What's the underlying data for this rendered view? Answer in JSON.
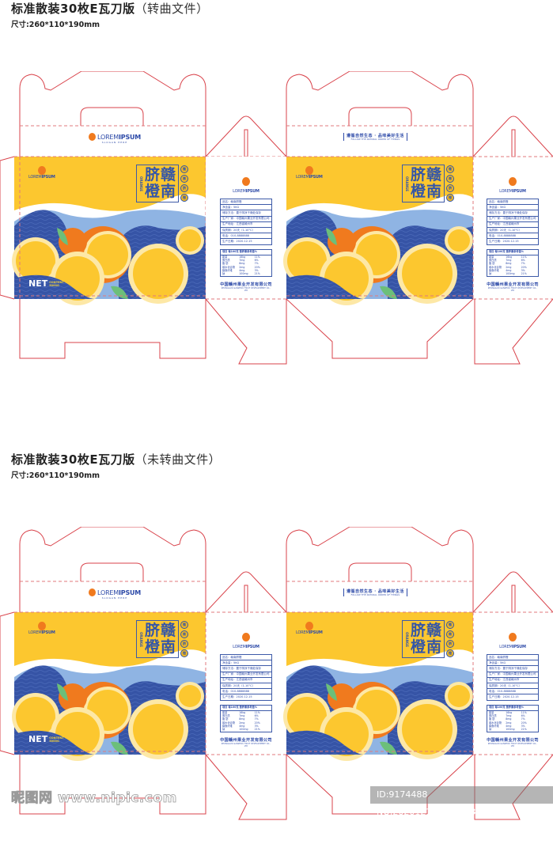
{
  "sections": [
    {
      "title": "标准散装30枚E瓦刀版",
      "title_note": "（转曲文件）",
      "size_label": "尺寸:260*110*190mm"
    },
    {
      "title": "标准散装30枚E瓦刀版",
      "title_note": "（未转曲文件）",
      "size_label": "尺寸:260*110*190mm"
    }
  ],
  "brand": {
    "logo_icon": "orange-logo-icon",
    "name_light": "LOREM",
    "name_bold": "IPSUM",
    "tagline": "SLOGAN HERE"
  },
  "front_panel": {
    "title_chars": [
      "脐",
      "赣",
      "橙",
      "南"
    ],
    "side_label": "ORANGE",
    "badges": [
      "赣",
      "南",
      "脐",
      "橙"
    ],
    "net_label": "NET",
    "net_sub": [
      "CONTENT",
      "5000G"
    ]
  },
  "slogan": {
    "cn": "遵循自然生态 · 品味美好生活",
    "en": "FOLLOW THE NATURAL ORDER OF THINGS"
  },
  "info_panel": {
    "rows": [
      "品名：赣南脐橙",
      "净含量：5KG",
      "储存方法：置于阴凉干燥处保存",
      "生产厂家：中国赣州果业开发有限公司",
      "生产地址：江西省赣州市",
      "保质期：20天（1-10°C）",
      "电话：010-8888888",
      "生产日期：2020.12.15"
    ],
    "nutrition_header": "项目    每100克  营养素参考值%",
    "nutrition_rows": [
      [
        "能量",
        "16kg",
        "11%"
      ],
      [
        "蛋白质",
        "7mg",
        "6%"
      ],
      [
        "脂 肪",
        "8mg",
        "7%"
      ],
      [
        "碳水化合物",
        "2mg",
        "20%"
      ],
      [
        "膳食纤维",
        "4mg",
        "3%"
      ],
      [
        "钠",
        "100mg",
        "21%"
      ]
    ],
    "company_cn": "中国赣州果业开发有限公司",
    "company_en": "ZHONGGUO GANZHOU FRUIT DEVELOPMENT CO., LTD"
  },
  "colors": {
    "dieline": "#d9434b",
    "yellow": "#fcc72f",
    "blue": "#3d5aa8",
    "light_blue": "#8fb4e3",
    "orange": "#f07a1e",
    "pale": "#fde8a6",
    "green": "#6cbf7a"
  },
  "watermark": {
    "site": "昵图网 www.nipic.com",
    "id": "ID:9174488 NO:20201215151723393969"
  }
}
